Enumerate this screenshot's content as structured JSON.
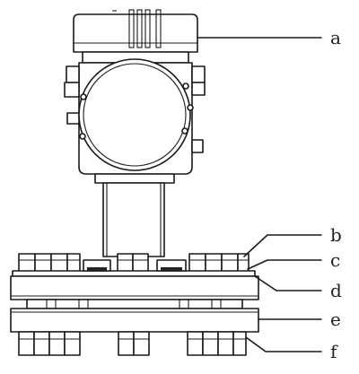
{
  "labels": {
    "a": "a",
    "b": "b",
    "c": "c",
    "d": "d",
    "e": "e",
    "f": "f"
  },
  "colors": {
    "line": "#1a1a1a",
    "background": "#ffffff"
  }
}
